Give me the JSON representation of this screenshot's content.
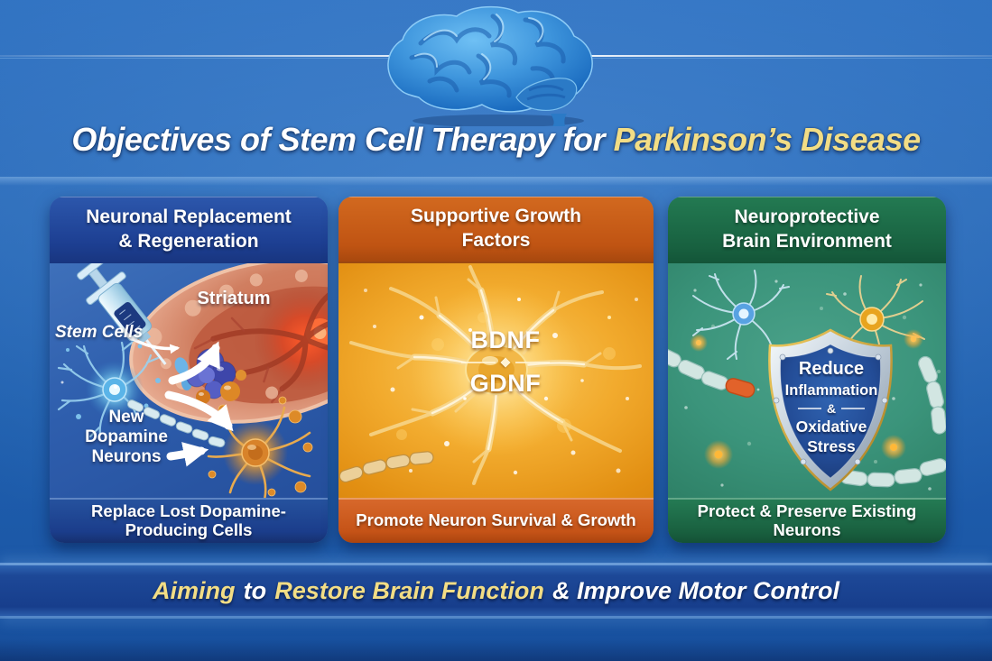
{
  "header": {
    "title_white": "Objectives of Stem Cell Therapy for",
    "title_yellow": "Parkinson’s Disease"
  },
  "panels": [
    {
      "id": "neuronal-replacement",
      "title_line1": "Neuronal Replacement",
      "title_line2": "& Regeneration",
      "labels": {
        "striatum": "Striatum",
        "stem_cells": "Stem Cells",
        "new_neurons": "New Dopamine Neurons"
      },
      "footer_line1": "Replace Lost Dopamine-",
      "footer_line2": "Producing Cells"
    },
    {
      "id": "supportive-growth-factors",
      "title_line1": "Supportive Growth",
      "title_line2": "Factors",
      "labels": {
        "bdnf": "BDNF",
        "gdnf": "GDNF"
      },
      "footer": "Promote Neuron Survival & Growth"
    },
    {
      "id": "neuroprotective-environment",
      "title_line1": "Neuroprotective",
      "title_line2": "Brain Environment",
      "shield": [
        "Reduce",
        "Inflammation",
        "&",
        "Oxidative",
        "Stress"
      ],
      "footer": "Protect & Preserve Existing Neurons"
    }
  ],
  "banner": {
    "aiming": "Aiming",
    "to": "to",
    "restore": "Restore Brain Function",
    "improve": "& Improve Motor Control"
  },
  "colors": {
    "background_blue": "#2263b2",
    "panel_blue": "#1d3f92",
    "panel_orange": "#c05413",
    "panel_green": "#186140",
    "accent_yellow": "#f2dd85"
  }
}
